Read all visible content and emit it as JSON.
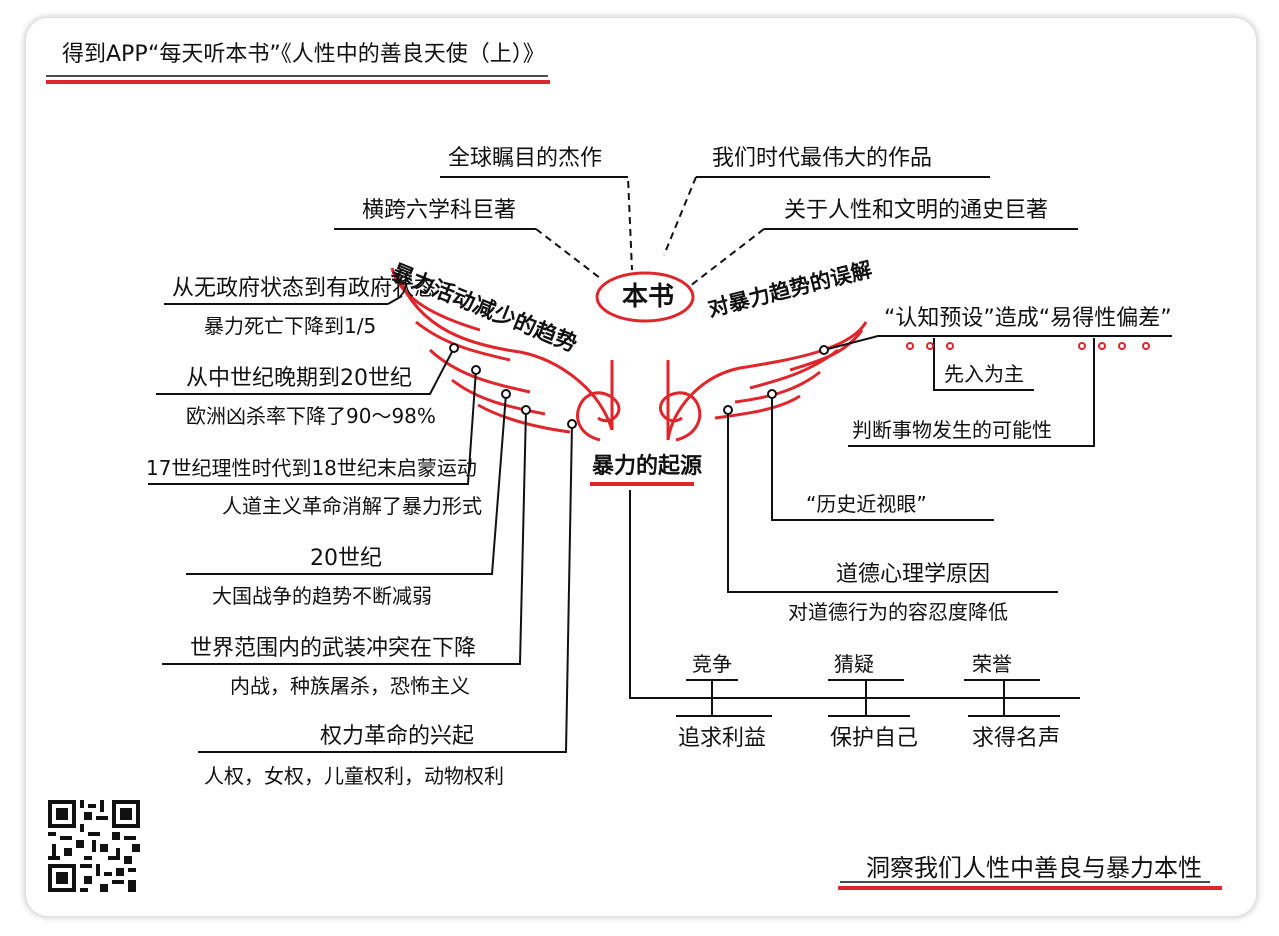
{
  "header": {
    "title": "得到APP“每天听本书”《人性中的善良天使（上）》"
  },
  "footer": {
    "tagline": "洞察我们人性中善良与暴力本性"
  },
  "center": {
    "label": "本书"
  },
  "top_comments": [
    "全球瞩目的杰作",
    "我们时代最伟大的作品",
    "横跨六学科巨著",
    "关于人性和文明的通史巨著"
  ],
  "left_branch": {
    "title": "暴力活动减少的趋势",
    "items": [
      {
        "title": "从无政府状态到有政府状态",
        "detail": "暴力死亡下降到1/5"
      },
      {
        "title": "从中世纪晚期到20世纪",
        "detail": "欧洲凶杀率下降了90～98%"
      },
      {
        "title": "17世纪理性时代到18世纪末启蒙运动",
        "detail": "人道主义革命消解了暴力形式"
      },
      {
        "title": "20世纪",
        "detail": "大国战争的趋势不断减弱"
      },
      {
        "title": "世界范围内的武装冲突在下降",
        "detail": "内战，种族屠杀，恐怖主义"
      },
      {
        "title": "权力革命的兴起",
        "detail": "人权，女权，儿童权利，动物权利"
      }
    ]
  },
  "right_branch": {
    "title": "对暴力趋势的误解",
    "bias": {
      "title": "“认知预设”造成“易得性偏差”",
      "sub1": "先入为主",
      "sub2": "判断事物发生的可能性"
    },
    "myopia": "“历史近视眼”",
    "moral": {
      "title": "道德心理学原因",
      "detail": "对道德行为的容忍度降低"
    }
  },
  "bottom_branch": {
    "title": "暴力的起源",
    "items": [
      {
        "cause": "竞争",
        "goal": "追求利益"
      },
      {
        "cause": "猜疑",
        "goal": "保护自己"
      },
      {
        "cause": "荣誉",
        "goal": "求得名声"
      }
    ]
  },
  "colors": {
    "accent": "#e0262b",
    "ink": "#111111"
  },
  "icons": {
    "qr": "qr-code-icon",
    "wings": "angel-wings-icon"
  }
}
